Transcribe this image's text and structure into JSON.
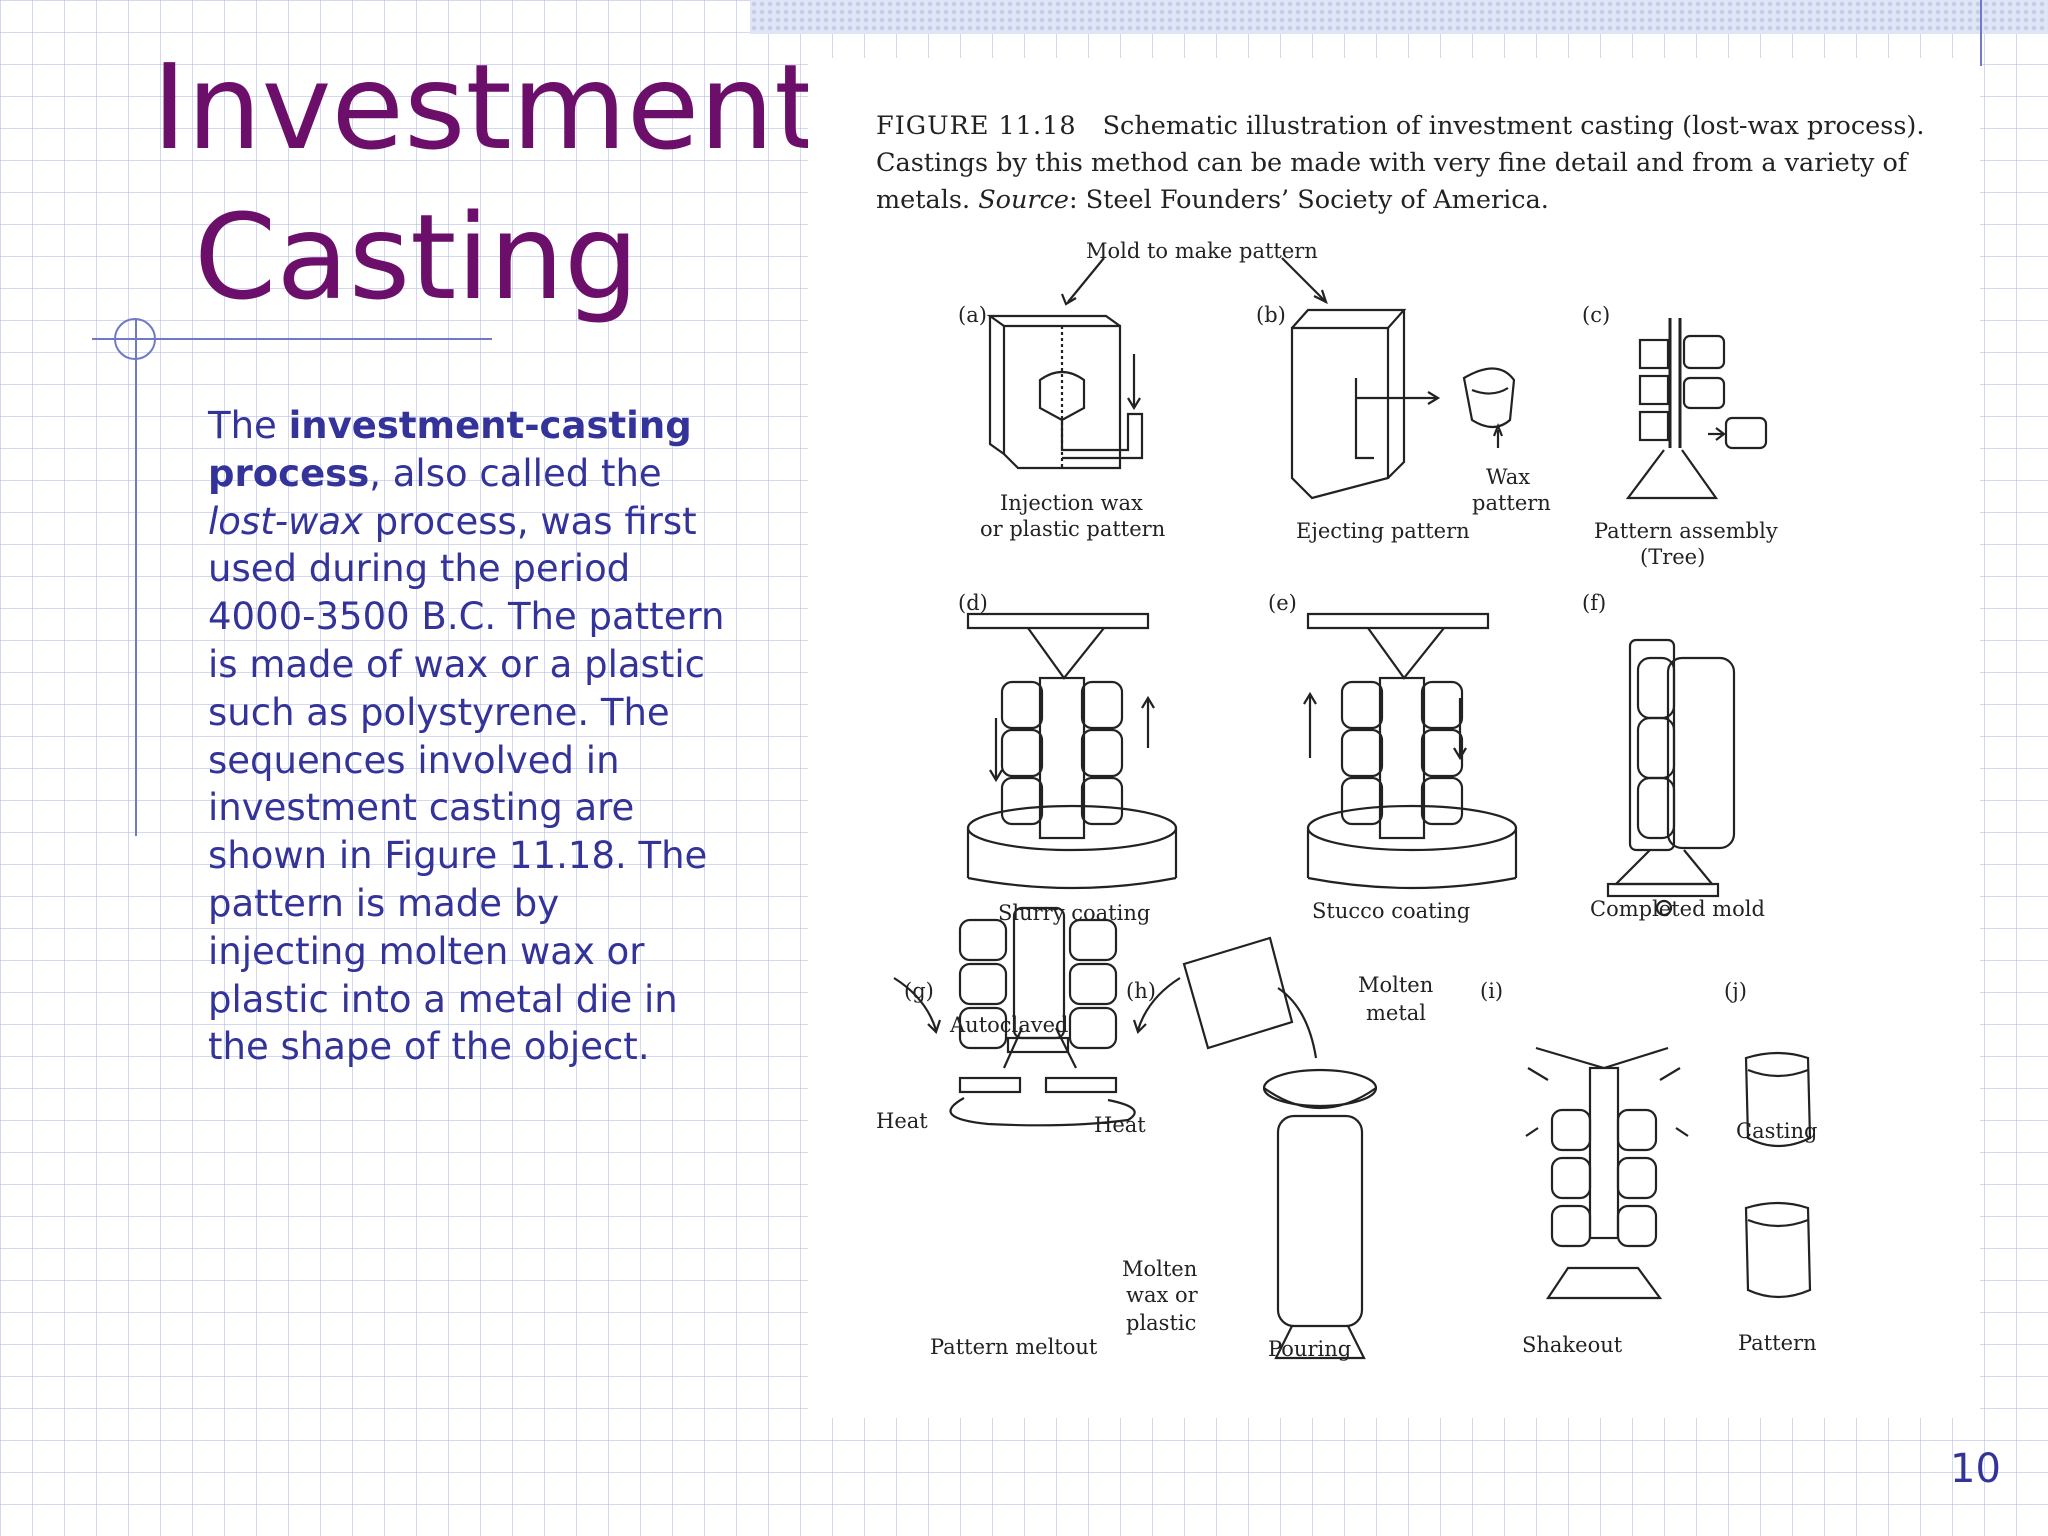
{
  "slide": {
    "title_line1": "Investment",
    "title_line2": "Casting",
    "page_number": "10"
  },
  "body": {
    "t1": "The ",
    "t2": "investment-casting process",
    "t3": ", also called the ",
    "t4": "lost-wax",
    "t5": " process, was first used during the period 4000-3500 B.C. The pattern is made of wax or a plastic such as polystyrene. The sequences involved in investment casting are shown in Figure 11.18. The pattern is made by injecting molten wax or plastic into a metal die in the shape of the object."
  },
  "figure": {
    "number": "FIGURE 11.18",
    "caption_main": "Schematic illustration of investment casting (lost-wax process). Castings by this method can be made with very fine detail and from a variety of metals. ",
    "source_label": "Source",
    "source_text": ": Steel Founders’ Society of America.",
    "labels": {
      "mold_to_make_pattern": "Mold to make pattern",
      "a": "(a)",
      "b": "(b)",
      "c": "(c)",
      "d": "(d)",
      "e": "(e)",
      "f": "(f)",
      "g": "(g)",
      "h": "(h)",
      "i": "(i)",
      "j": "(j)",
      "injection_1": "Injection wax",
      "injection_2": "or plastic pattern",
      "ejecting": "Ejecting pattern",
      "wax_1": "Wax",
      "wax_2": "pattern",
      "assembly_1": "Pattern assembly",
      "assembly_2": "(Tree)",
      "slurry": "Slurry coating",
      "stucco": "Stucco coating",
      "completed": "Completed mold",
      "autoclaved": "Autoclaved",
      "heat_left": "Heat",
      "heat_right": "Heat",
      "molten_wax_1": "Molten",
      "molten_wax_2": "wax or",
      "molten_wax_3": "plastic",
      "meltout": "Pattern meltout",
      "molten_metal_1": "Molten",
      "molten_metal_2": "metal",
      "pouring": "Pouring",
      "shakeout": "Shakeout",
      "casting": "Casting",
      "pattern": "Pattern"
    }
  },
  "colors": {
    "title": "#6b0f6b",
    "body": "#333399",
    "rule": "#6f79c6"
  }
}
